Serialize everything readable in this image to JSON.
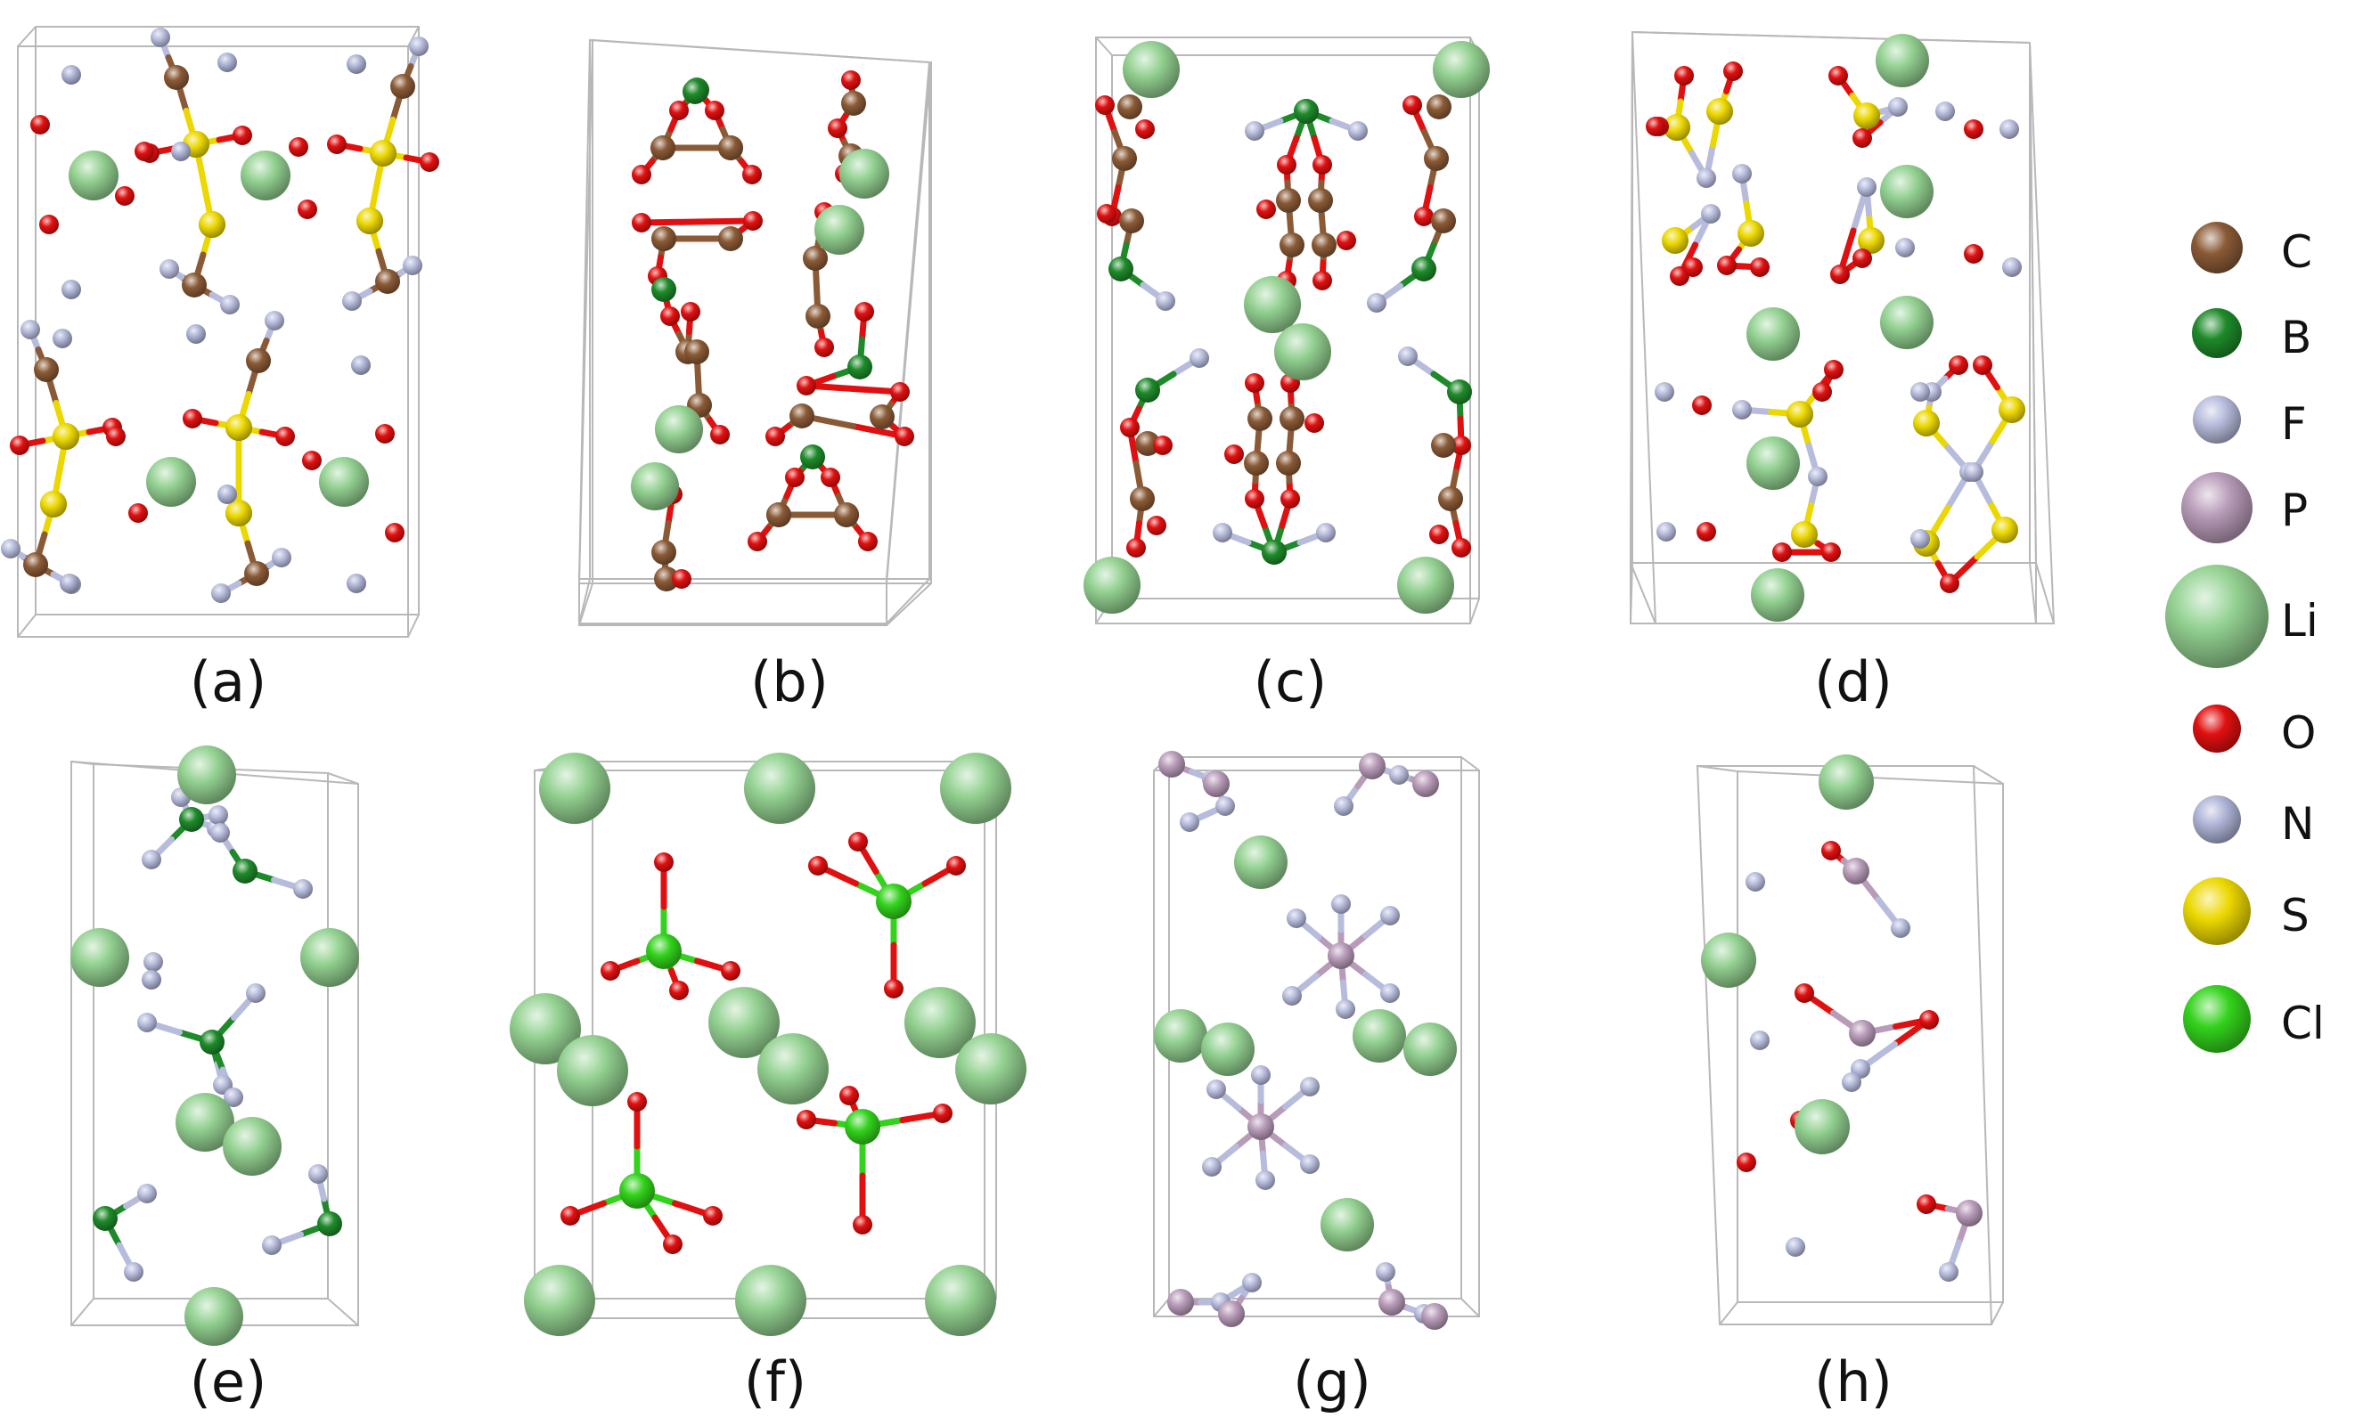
{
  "colors": {
    "C": "#8a5a36",
    "B": "#1e8a2a",
    "F": "#b7bcdc",
    "P": "#b89bb8",
    "Li": "#93d191",
    "O": "#e01010",
    "N": "#aeb4d6",
    "S": "#ecd800",
    "Cl": "#33d21c",
    "bond_gray": "#aeb4d6",
    "cell_edge": "#b8b8b8"
  },
  "panels": [
    {
      "label": "(a)",
      "composition": [
        "Li",
        "N",
        "S",
        "O",
        "C",
        "F"
      ]
    },
    {
      "label": "(b)",
      "composition": [
        "Li",
        "B",
        "C",
        "O"
      ]
    },
    {
      "label": "(c)",
      "composition": [
        "Li",
        "B",
        "F",
        "C",
        "O"
      ]
    },
    {
      "label": "(d)",
      "composition": [
        "Li",
        "N",
        "S",
        "O",
        "F"
      ]
    },
    {
      "label": "(e)",
      "composition": [
        "Li",
        "B",
        "F"
      ]
    },
    {
      "label": "(f)",
      "composition": [
        "Li",
        "Cl",
        "O"
      ]
    },
    {
      "label": "(g)",
      "composition": [
        "Li",
        "P",
        "F"
      ]
    },
    {
      "label": "(h)",
      "composition": [
        "Li",
        "P",
        "O",
        "F"
      ]
    }
  ],
  "legend": [
    {
      "symbol": "C",
      "label": "C"
    },
    {
      "symbol": "B",
      "label": "B"
    },
    {
      "symbol": "F",
      "label": "F"
    },
    {
      "symbol": "P",
      "label": "P"
    },
    {
      "symbol": "Li",
      "label": "Li"
    },
    {
      "symbol": "O",
      "label": "O"
    },
    {
      "symbol": "N",
      "label": "N"
    },
    {
      "symbol": "S",
      "label": "S"
    },
    {
      "symbol": "Cl",
      "label": "Cl"
    }
  ]
}
